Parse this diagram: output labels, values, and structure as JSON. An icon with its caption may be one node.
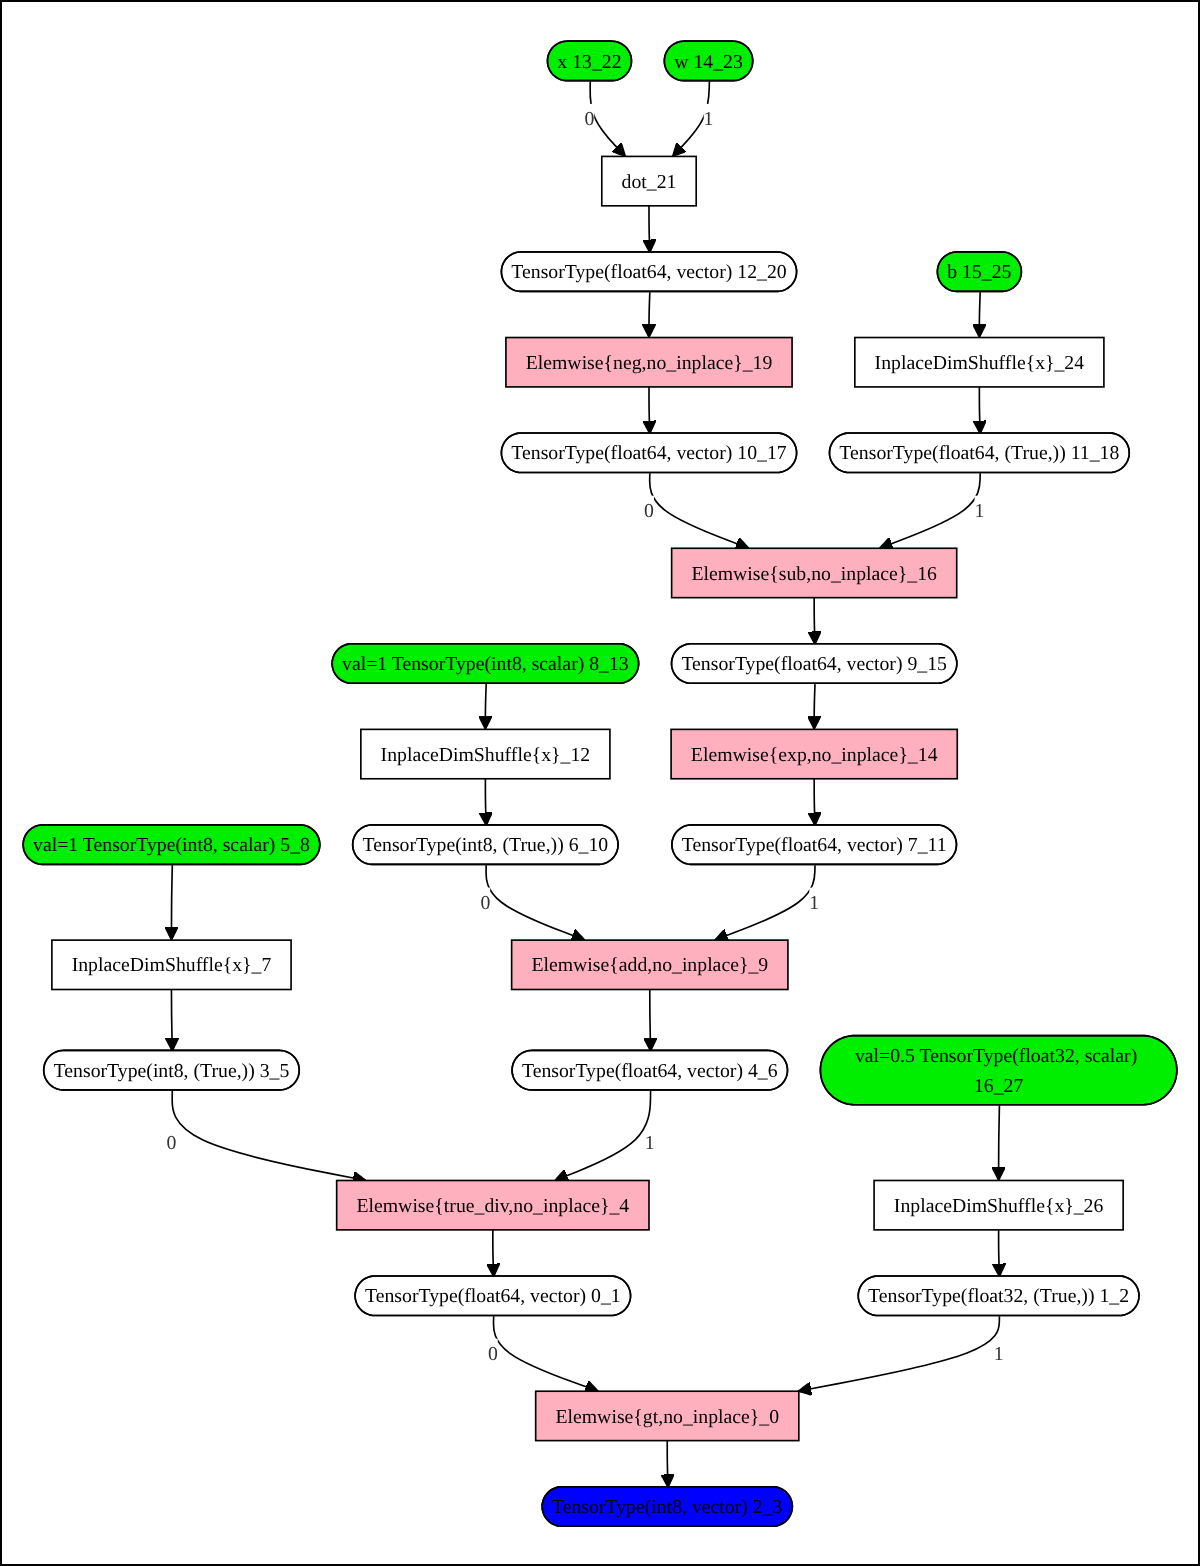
{
  "diagram": {
    "nodes": [
      {
        "text": [
          "x 13_22"
        ]
      },
      {
        "text": [
          "w 14_23"
        ]
      },
      {
        "text": [
          "dot_21"
        ]
      },
      {
        "text": [
          "TensorType(float64, vector) 12_20"
        ]
      },
      {
        "text": [
          "b 15_25"
        ]
      },
      {
        "text": [
          "Elemwise{neg,no_inplace}_19"
        ]
      },
      {
        "text": [
          "InplaceDimShuffle{x}_24"
        ]
      },
      {
        "text": [
          "TensorType(float64, vector) 10_17"
        ]
      },
      {
        "text": [
          "TensorType(float64, (True,)) 11_18"
        ]
      },
      {
        "text": [
          "Elemwise{sub,no_inplace}_16"
        ]
      },
      {
        "text": [
          "val=1 TensorType(int8, scalar) 8_13"
        ]
      },
      {
        "text": [
          "TensorType(float64, vector) 9_15"
        ]
      },
      {
        "text": [
          "InplaceDimShuffle{x}_12"
        ]
      },
      {
        "text": [
          "Elemwise{exp,no_inplace}_14"
        ]
      },
      {
        "text": [
          "val=1 TensorType(int8, scalar) 5_8"
        ]
      },
      {
        "text": [
          "TensorType(int8, (True,)) 6_10"
        ]
      },
      {
        "text": [
          "TensorType(float64, vector) 7_11"
        ]
      },
      {
        "text": [
          "InplaceDimShuffle{x}_7"
        ]
      },
      {
        "text": [
          "Elemwise{add,no_inplace}_9"
        ]
      },
      {
        "text": [
          "TensorType(int8, (True,)) 3_5"
        ]
      },
      {
        "text": [
          "TensorType(float64, vector) 4_6"
        ]
      },
      {
        "text": [
          "val=0.5 TensorType(float32, scalar) 16_27"
        ]
      },
      {
        "text": [
          "Elemwise{true_div,no_inplace}_4"
        ]
      },
      {
        "text": [
          "InplaceDimShuffle{x}_26"
        ]
      },
      {
        "text": [
          "TensorType(float64, vector) 0_1"
        ]
      },
      {
        "text": [
          "TensorType(float32, (True,)) 1_2"
        ]
      },
      {
        "text": [
          "Elemwise{gt,no_inplace}_0"
        ]
      },
      {
        "text": [
          "TensorType(int8, vector) 2_3"
        ]
      }
    ],
    "edges": [
      {
        "from": 0,
        "to": 2,
        "arrow": "to",
        "label": "0"
      },
      {
        "from": 1,
        "to": 2,
        "arrow": "to",
        "label": "1"
      },
      {
        "from": 2,
        "to": 3,
        "arrow": "to"
      },
      {
        "from": 3,
        "to": 5,
        "arrow": "to"
      },
      {
        "from": 4,
        "to": 6,
        "arrow": "to"
      },
      {
        "from": 5,
        "to": 7,
        "arrow": "to"
      },
      {
        "from": 6,
        "to": 8,
        "arrow": "to"
      },
      {
        "from": 7,
        "to": 9,
        "arrow": "to",
        "label": "0"
      },
      {
        "from": 8,
        "to": 9,
        "arrow": "to",
        "label": "1"
      },
      {
        "from": 9,
        "to": 11,
        "arrow": "to"
      },
      {
        "from": 10,
        "to": 12,
        "arrow": "to"
      },
      {
        "from": 11,
        "to": 13,
        "arrow": "to"
      },
      {
        "from": 12,
        "to": 15,
        "arrow": "to"
      },
      {
        "from": 13,
        "to": 16,
        "arrow": "to"
      },
      {
        "from": 14,
        "to": 17,
        "arrow": "to"
      },
      {
        "from": 15,
        "to": 18,
        "arrow": "to",
        "label": "0"
      },
      {
        "from": 16,
        "to": 18,
        "arrow": "to",
        "label": "1"
      },
      {
        "from": 17,
        "to": 19,
        "arrow": "to"
      },
      {
        "from": 18,
        "to": 20,
        "arrow": "to"
      },
      {
        "from": 21,
        "to": 23,
        "arrow": "to"
      },
      {
        "from": 19,
        "to": 22,
        "arrow": "to",
        "label": "0"
      },
      {
        "from": 20,
        "to": 22,
        "arrow": "to",
        "label": "1"
      },
      {
        "from": 22,
        "to": 24,
        "arrow": "to"
      },
      {
        "from": 23,
        "to": 25,
        "arrow": "to"
      },
      {
        "from": 24,
        "to": 26,
        "arrow": "to",
        "label": "0"
      },
      {
        "from": 25,
        "to": 26,
        "arrow": "to",
        "label": "1"
      },
      {
        "from": 26,
        "to": 27,
        "arrow": "to"
      }
    ]
  }
}
